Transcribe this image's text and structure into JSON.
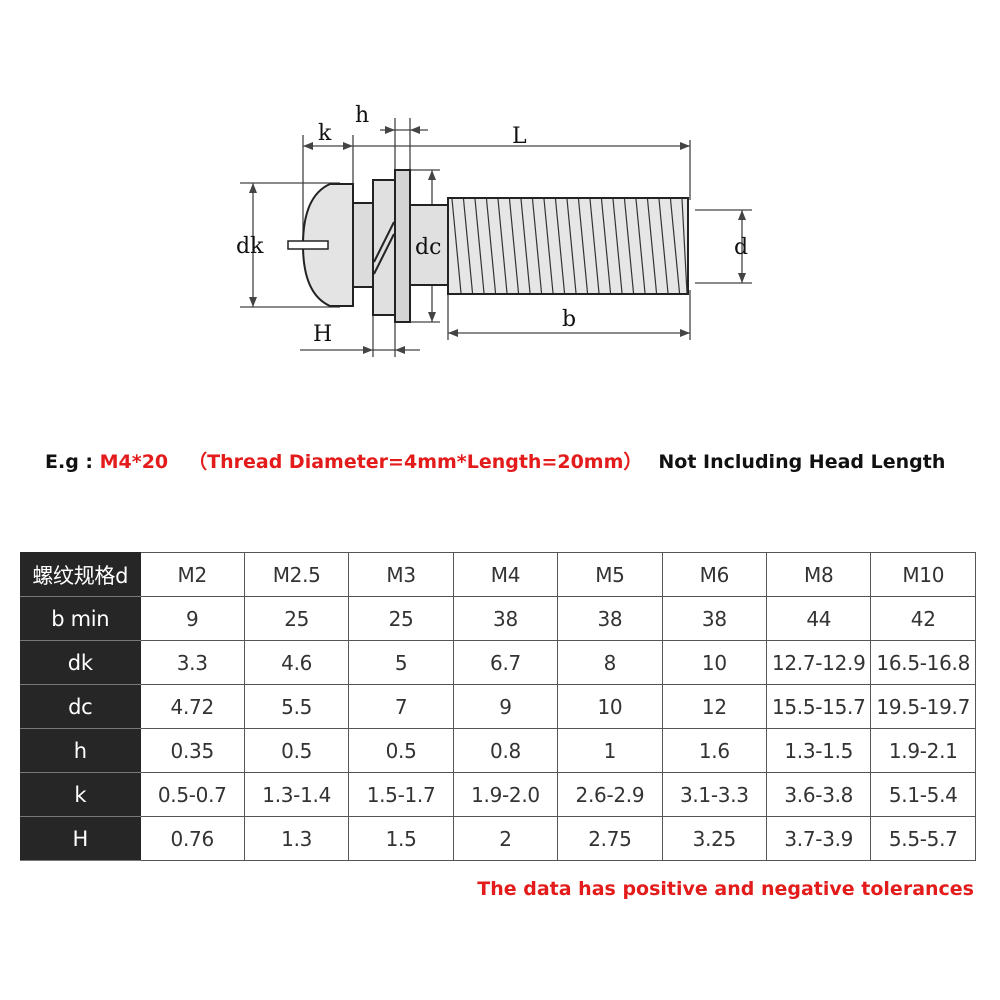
{
  "diagram": {
    "labels": {
      "k": "k",
      "h": "h",
      "L": "L",
      "dk": "dk",
      "dc": "dc",
      "d": "d",
      "H": "H",
      "b": "b"
    }
  },
  "example": {
    "prefix": "E.g : ",
    "size": "M4*20",
    "detail": "（Thread Diameter=4mm*Length=20mm）",
    "note": "Not Including Head Length"
  },
  "table": {
    "rows": [
      {
        "header": "螺纹规格d",
        "values": [
          "M2",
          "M2.5",
          "M3",
          "M4",
          "M5",
          "M6",
          "M8",
          "M10"
        ]
      },
      {
        "header": "b min",
        "values": [
          "9",
          "25",
          "25",
          "38",
          "38",
          "38",
          "44",
          "42"
        ]
      },
      {
        "header": "dk",
        "values": [
          "3.3",
          "4.6",
          "5",
          "6.7",
          "8",
          "10",
          "12.7-12.9",
          "16.5-16.8"
        ]
      },
      {
        "header": "dc",
        "values": [
          "4.72",
          "5.5",
          "7",
          "9",
          "10",
          "12",
          "15.5-15.7",
          "19.5-19.7"
        ]
      },
      {
        "header": "h",
        "values": [
          "0.35",
          "0.5",
          "0.5",
          "0.8",
          "1",
          "1.6",
          "1.3-1.5",
          "1.9-2.1"
        ]
      },
      {
        "header": "k",
        "values": [
          "0.5-0.7",
          "1.3-1.4",
          "1.5-1.7",
          "1.9-2.0",
          "2.6-2.9",
          "3.1-3.3",
          "3.6-3.8",
          "5.1-5.4"
        ]
      },
      {
        "header": "H",
        "values": [
          "0.76",
          "1.3",
          "1.5",
          "2",
          "2.75",
          "3.25",
          "3.7-3.9",
          "5.5-5.7"
        ]
      }
    ]
  },
  "footer": {
    "tolerance_note": "The data has positive and negative tolerances"
  },
  "colors": {
    "accent_red": "#e31b1b",
    "header_bg": "#262626"
  }
}
